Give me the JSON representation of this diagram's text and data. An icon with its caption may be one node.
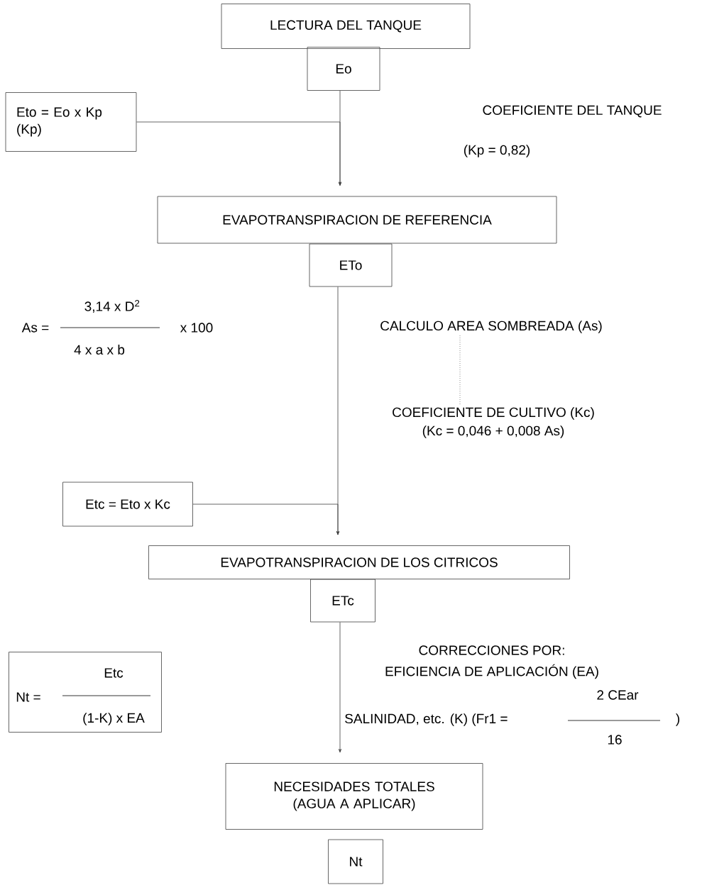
{
  "diagram": {
    "nodes": [
      {
        "text": [
          "LECTURA DEL TANQUE"
        ]
      },
      {
        "text": [
          "Eo"
        ]
      },
      {
        "text": [
          "Eto = Eo x Kp",
          "(Kp)"
        ]
      },
      {
        "text": [
          "EVAPOTRANSPIRACION DE REFERENCIA"
        ]
      },
      {
        "text": [
          "ETo"
        ]
      },
      {
        "text": [
          "CALCULO AREA SOMBREADA (As)"
        ]
      },
      {
        "text": [
          "COEFICIENTE DE CULTIVO (Kc)",
          "(Kc = 0,046 + 0,008 As)"
        ]
      },
      {
        "text": [
          "Etc = Eto x Kc"
        ]
      },
      {
        "text": [
          "EVAPOTRANSPIRACION DE LOS CITRICOS"
        ]
      },
      {
        "text": [
          "ETc"
        ]
      },
      {
        "text": [
          "Nt =",
          "Etc",
          "(1-K) x EA"
        ]
      },
      {
        "text": [
          "NECESIDADES TOTALES (AGUA A APLICAR)"
        ]
      },
      {
        "text": [
          "Nt"
        ]
      }
    ],
    "edges": [
      {
        "from": 1,
        "to": 3,
        "arrow": "to"
      },
      {
        "from": 2,
        "to": 3,
        "arrow": "to"
      },
      {
        "from": 5,
        "to": 6,
        "arrow": "none",
        "style": "dashed"
      },
      {
        "from": 4,
        "to": 8,
        "arrow": "to"
      },
      {
        "from": 7,
        "to": 8,
        "arrow": "to"
      },
      {
        "from": 9,
        "to": 11,
        "arrow": "to"
      }
    ],
    "labels": [
      "COEFICIENTE DEL TANQUE",
      "(Kp = 0,82)",
      "As =",
      "3,14 x D$^{2}$",
      "4 x a x b",
      "x 100",
      "CORRECCIONES POR:",
      "EFICIENCIA DE APLICACIÓN (EA)",
      "2 CEar",
      "SALINIDAD, etc. (K)  (Fr1 =",
      ")",
      "16"
    ]
  }
}
